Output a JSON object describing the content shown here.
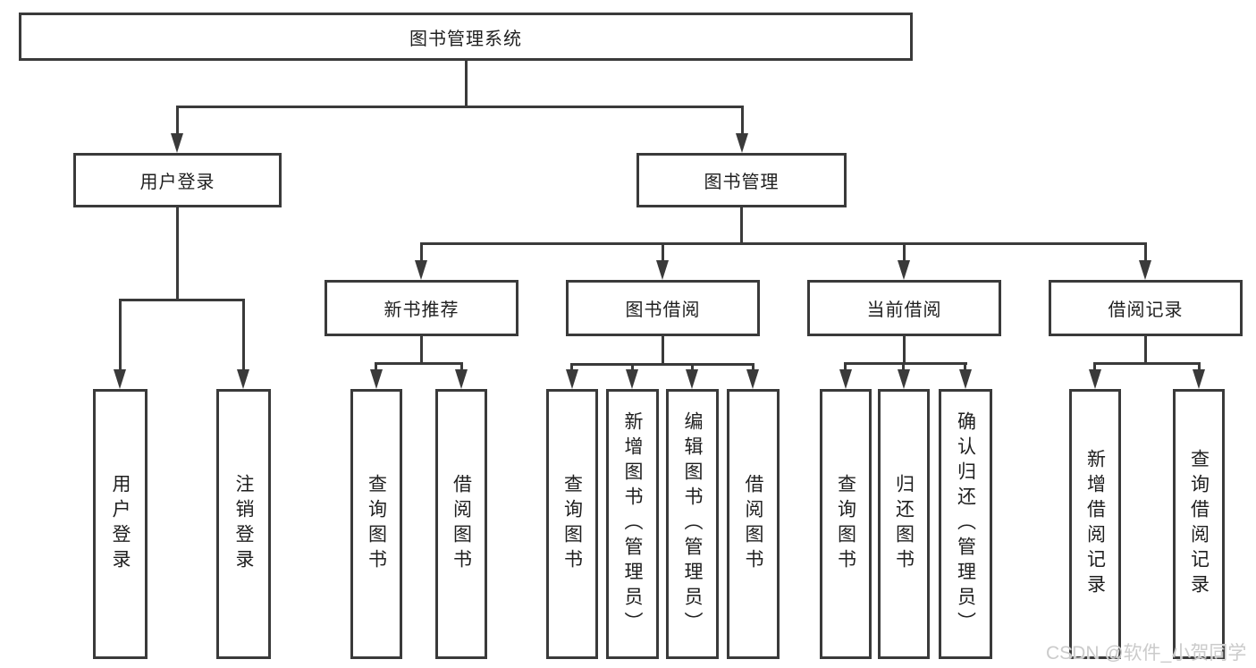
{
  "diagram": {
    "root": {
      "label": "图书管理系统"
    },
    "branches": [
      {
        "label": "用户登录",
        "children": [
          {
            "label": "用户登录"
          },
          {
            "label": "注销登录"
          }
        ]
      },
      {
        "label": "图书管理",
        "groups": [
          {
            "label": "新书推荐",
            "children": [
              {
                "label": "查询图书"
              },
              {
                "label": "借阅图书"
              }
            ]
          },
          {
            "label": "图书借阅",
            "children": [
              {
                "label": "查询图书"
              },
              {
                "label": "新增图书（管理员）"
              },
              {
                "label": "编辑图书（管理员）"
              },
              {
                "label": "借阅图书"
              }
            ]
          },
          {
            "label": "当前借阅",
            "children": [
              {
                "label": "查询图书"
              },
              {
                "label": "归还图书"
              },
              {
                "label": "确认归还（管理员）"
              }
            ]
          },
          {
            "label": "借阅记录",
            "children": [
              {
                "label": "新增借阅记录"
              },
              {
                "label": "查询借阅记录"
              }
            ]
          }
        ]
      }
    ]
  },
  "watermark": {
    "text": "CSDN @软件_小贺同学"
  },
  "colors": {
    "line": "#3a3a3a",
    "text": "#1f1f1f",
    "background": "#ffffff",
    "watermark_text": "#cbcbcb"
  }
}
